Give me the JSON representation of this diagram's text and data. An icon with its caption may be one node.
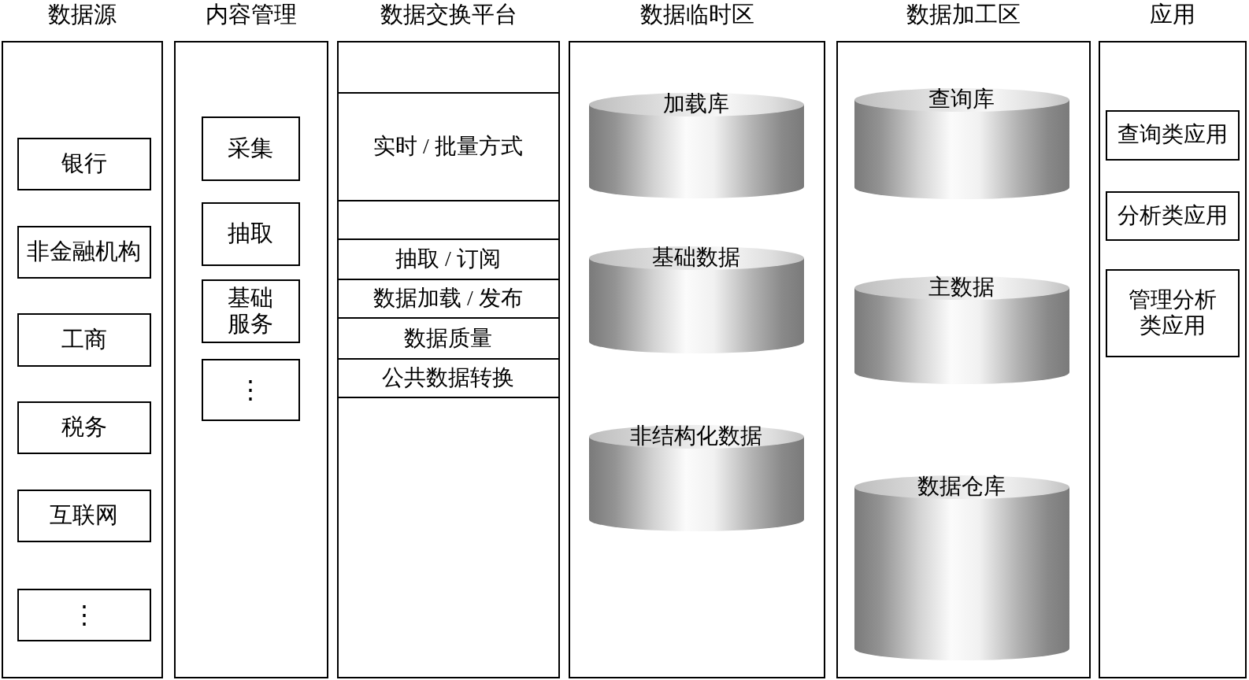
{
  "diagram": {
    "nodes": [
      {
        "text": [
          "数据源"
        ]
      },
      {
        "text": [
          "银行"
        ],
        "in": 0
      },
      {
        "text": [
          "非金融机构"
        ],
        "in": 0
      },
      {
        "text": [
          "工商"
        ],
        "in": 0
      },
      {
        "text": [
          "税务"
        ],
        "in": 0
      },
      {
        "text": [
          "互联网"
        ],
        "in": 0
      },
      {
        "text": [
          "⋮"
        ],
        "in": 0
      },
      {
        "text": [
          "内容管理"
        ]
      },
      {
        "text": [
          "采集"
        ],
        "in": 7
      },
      {
        "text": [
          "抽取"
        ],
        "in": 7
      },
      {
        "text": [
          "基础服务"
        ],
        "in": 7
      },
      {
        "text": [
          "⋮"
        ],
        "in": 7
      },
      {
        "text": [
          "数据交换平台"
        ]
      },
      {
        "text": [
          "实时 / 批量方式"
        ],
        "in": 12
      },
      {
        "text": [
          "抽取 / 订阅"
        ],
        "in": 12
      },
      {
        "text": [
          "数据加载 / 发布"
        ],
        "in": 12
      },
      {
        "text": [
          "数据质量"
        ],
        "in": 12
      },
      {
        "text": [
          "公共数据转换"
        ],
        "in": 12
      },
      {
        "text": [
          "数据临时区"
        ]
      },
      {
        "text": [
          "加载库"
        ],
        "in": 18
      },
      {
        "text": [
          "基础数据"
        ],
        "in": 18
      },
      {
        "text": [
          "非结构化数据"
        ],
        "in": 18
      },
      {
        "text": [
          "数据加工区"
        ]
      },
      {
        "text": [
          "查询库"
        ],
        "in": 22
      },
      {
        "text": [
          "主数据"
        ],
        "in": 22
      },
      {
        "text": [
          "数据仓库"
        ],
        "in": 22
      },
      {
        "text": [
          "应用"
        ]
      },
      {
        "text": [
          "查询类应用"
        ],
        "in": 26
      },
      {
        "text": [
          "分析类应用"
        ],
        "in": 26
      },
      {
        "text": [
          "管理分析类应用"
        ],
        "in": 26
      }
    ]
  }
}
